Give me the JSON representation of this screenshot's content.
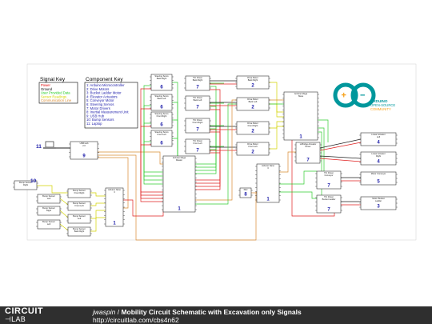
{
  "signal_key": {
    "title": "Signal Key",
    "items": [
      {
        "label": "Power",
        "color": "#e00000"
      },
      {
        "label": "Ground",
        "color": "#000000"
      },
      {
        "label": "User Provided Data",
        "color": "#22cc22"
      },
      {
        "label": "Sensor Readings",
        "color": "#d4d400"
      },
      {
        "label": "Communication Line",
        "color": "#d98c33"
      }
    ]
  },
  "component_key": {
    "title": "Component Key",
    "items": [
      "1: Arduino Microcontroller",
      "2: Drive Motors",
      "3: Bucket Ladder Motor",
      "4: Elevator Actuators",
      "5: Conveyor Motor",
      "6: Steering Servos",
      "7: Motor Drivers",
      "8: Inertial Measurement Unit",
      "9: USB Hub",
      "10: Bump Sensors",
      "11: Laptop"
    ]
  },
  "arduino_logo": {
    "line1": "ARDUINO",
    "line2": "OPEN-SOURCE",
    "line3": "COMMUNITY",
    "color": "#00979c",
    "accent": "#f7a11a"
  },
  "components": [
    {
      "id": "laptop",
      "num": "11"
    },
    {
      "id": "usb-hub",
      "label": "USB Hub 2.0",
      "num": "9"
    },
    {
      "id": "bump-group",
      "num": "10"
    },
    {
      "id": "bump-1",
      "label": "Bump Sensor Right"
    },
    {
      "id": "bump-2",
      "label": "Bump Sensor Left"
    },
    {
      "id": "bump-3",
      "label": "Bump Sensor Right"
    },
    {
      "id": "bump-4",
      "label": "Bump Sensor Left"
    },
    {
      "id": "bump-driver-1",
      "label": "Bump Sensor Front Right",
      "num": ""
    },
    {
      "id": "bump-driver-2",
      "label": "Bump Sensor Front Left",
      "num": ""
    },
    {
      "id": "bump-driver-3",
      "label": "Bump Sensor Left",
      "num": ""
    },
    {
      "id": "bump-driver-4",
      "label": "Bump Sensor Back Right",
      "num": ""
    },
    {
      "id": "arduino-nano",
      "label": "Arduino Nano 3",
      "num": "1"
    },
    {
      "id": "servo-1",
      "label": "Steering Servo Back Right",
      "num": "6"
    },
    {
      "id": "servo-2",
      "label": "Steering Servo Back Left",
      "num": "6"
    },
    {
      "id": "servo-3",
      "label": "Steering Servo Front Right",
      "num": "6"
    },
    {
      "id": "servo-4",
      "label": "Steering Servo Front Left",
      "num": "6"
    },
    {
      "id": "arduino-mega-1",
      "label": "Arduino Mega Master",
      "num": "1"
    },
    {
      "id": "tic-1",
      "label": "TIC Driver Back Right",
      "num": "7"
    },
    {
      "id": "tic-2",
      "label": "TIC Driver Back Left",
      "num": "7"
    },
    {
      "id": "tic-3",
      "label": "TIC Driver Front Right",
      "num": "7"
    },
    {
      "id": "tic-4",
      "label": "TIC Driver Front Left",
      "num": "7"
    },
    {
      "id": "drive-1",
      "label": "Drive Motor Back Right",
      "num": "2"
    },
    {
      "id": "drive-2",
      "label": "Drive Motor Back Left",
      "num": "2"
    },
    {
      "id": "drive-3",
      "label": "Drive Motor Front Right",
      "num": "2"
    },
    {
      "id": "drive-4",
      "label": "Drive Motor Front Left",
      "num": "2"
    },
    {
      "id": "arduino-mega-2",
      "label": "Arduino Mega Slave",
      "num": "1"
    },
    {
      "id": "arduino-nano-2",
      "label": "Arduino Nano 3",
      "num": "1"
    },
    {
      "id": "imu",
      "label": "IMU",
      "num": "8"
    },
    {
      "id": "hbridge",
      "label": "H-Bridge Actuator Driver",
      "num": "7"
    },
    {
      "id": "actuator-1",
      "label": "Linear Actuator Left",
      "num": "4"
    },
    {
      "id": "actuator-2",
      "label": "Linear Actuator Right",
      "num": "4"
    },
    {
      "id": "tic-conveyor",
      "label": "TIC Driver Conveyor",
      "num": "7"
    },
    {
      "id": "tic-bucket",
      "label": "TIC Driver Bucket Ladder",
      "num": "7"
    },
    {
      "id": "conveyor-motor",
      "label": "Motor Conveyor",
      "num": "5"
    },
    {
      "id": "bucket-motor",
      "label": "Motor Bucket Ladder",
      "num": "3"
    }
  ],
  "footer": {
    "logo_top": "CIRCUIT",
    "logo_bottom": "LAB",
    "author": "jwaspin",
    "separator": " / ",
    "title": "Mobility Circuit Schematic with Excavation only Signals",
    "url": "http://circuitlab.com/cbs4n62"
  }
}
